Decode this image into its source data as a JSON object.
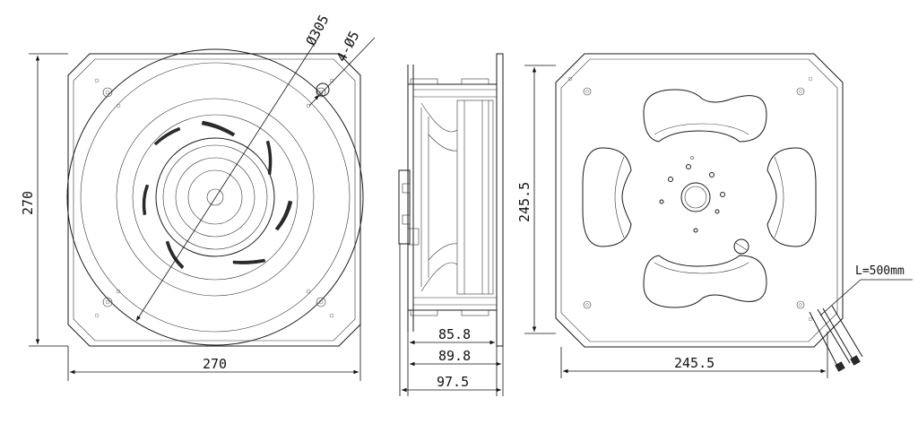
{
  "front_view": {
    "width_label": "270",
    "height_label": "270",
    "diameter_label": "Ø305",
    "holes_label": "4-Ø5"
  },
  "side_view": {
    "depth_1": "85.8",
    "depth_2": "89.8",
    "depth_3": "97.5"
  },
  "rear_view": {
    "width_label": "245.5",
    "height_label": "245.5",
    "cable_label": "L=500mm"
  }
}
